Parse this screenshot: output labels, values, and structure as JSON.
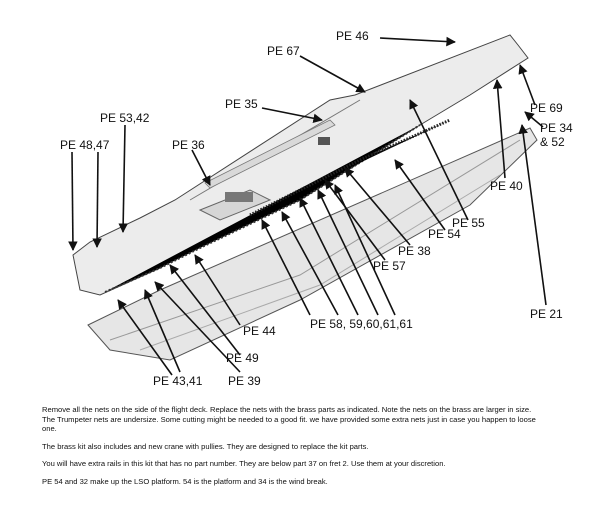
{
  "callouts": {
    "pe46": "PE 46",
    "pe67": "PE 67",
    "pe69": "PE 69",
    "pe34_52_a": "PE 34",
    "pe34_52_b": "& 52",
    "pe35": "PE 35",
    "pe53_42": "PE 53,42",
    "pe48_47": "PE 48,47",
    "pe36": "PE 36",
    "pe40": "PE 40",
    "pe55": "PE 55",
    "pe54": "PE 54",
    "pe38": "PE 38",
    "pe57": "PE 57",
    "pe21": "PE 21",
    "pe44": "PE 44",
    "pe58_61": "PE 58, 59,60,61,61",
    "pe49": "PE 49",
    "pe43_41": "PE 43,41",
    "pe39": "PE 39"
  },
  "notes": [
    "Remove all the nets on the side of the flight deck. Replace the nets with the brass parts as indicated. Note the nets on the brass are larger in size. The Trumpeter nets are undersize. Some cutting might be needed to a good fit. we have provided some extra nets just in case you happen to loose one.",
    "The brass kit also includes and new crane with pullies. They are designed to replace the kit parts.",
    "You will have extra rails in this kit that has no part number. They are below part 37 on fret 2. Use them at your discretion.",
    "PE 54 and 32 make up the LSO platform. 54 is the platform and 34 is the wind break."
  ]
}
